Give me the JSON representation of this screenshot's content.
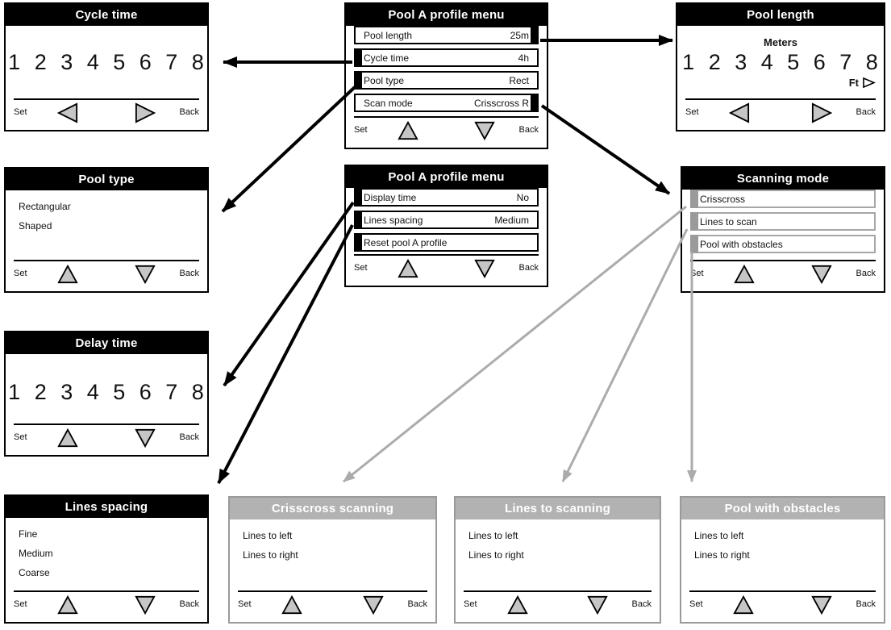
{
  "labels": {
    "set": "Set",
    "back": "Back"
  },
  "colors": {
    "header_black": "#000000",
    "header_gray": "#b2b2b2",
    "gray_border": "#9a9a9a",
    "arrow_black": "#000000",
    "arrow_gray": "#ababab",
    "triangle_fill": "#c6c6c6"
  },
  "panels": {
    "cycle_time": {
      "title": "Cycle time",
      "digits": "1 2 3 4 5 6 7 8"
    },
    "profile_menu_page1": {
      "title": "Pool A profile menu",
      "items": [
        {
          "label": "Pool length",
          "value": "25m"
        },
        {
          "label": "Cycle time",
          "value": "4h"
        },
        {
          "label": "Pool type",
          "value": "Rect"
        },
        {
          "label": "Scan mode",
          "value": "Crisscross R"
        }
      ]
    },
    "pool_length": {
      "title": "Pool length",
      "unit_primary": "Meters",
      "digits": "1 2 3 4 5 6 7 8",
      "unit_secondary": "Ft"
    },
    "pool_type": {
      "title": "Pool type",
      "options": [
        "Rectangular",
        "Shaped"
      ]
    },
    "profile_menu_page2": {
      "title": "Pool A profile menu",
      "items": [
        {
          "label": "Display time",
          "value": "No"
        },
        {
          "label": "Lines spacing",
          "value": "Medium"
        },
        {
          "label": "Reset pool A profile",
          "value": ""
        }
      ]
    },
    "scanning_mode": {
      "title": "Scanning mode",
      "options": [
        "Crisscross",
        "Lines to scan",
        "Pool with obstacles"
      ]
    },
    "delay_time": {
      "title": "Delay time",
      "digits": "1 2 3 4 5 6 7 8"
    },
    "lines_spacing": {
      "title": "Lines spacing",
      "options": [
        "Fine",
        "Medium",
        "Coarse"
      ]
    },
    "crisscross_scanning": {
      "title": "Crisscross scanning",
      "options": [
        "Lines to left",
        "Lines to right"
      ]
    },
    "lines_to_scanning": {
      "title": "Lines to scanning",
      "options": [
        "Lines to left",
        "Lines to right"
      ]
    },
    "pool_with_obstacles": {
      "title": "Pool with obstacles",
      "options": [
        "Lines to left",
        "Lines to right"
      ]
    }
  }
}
